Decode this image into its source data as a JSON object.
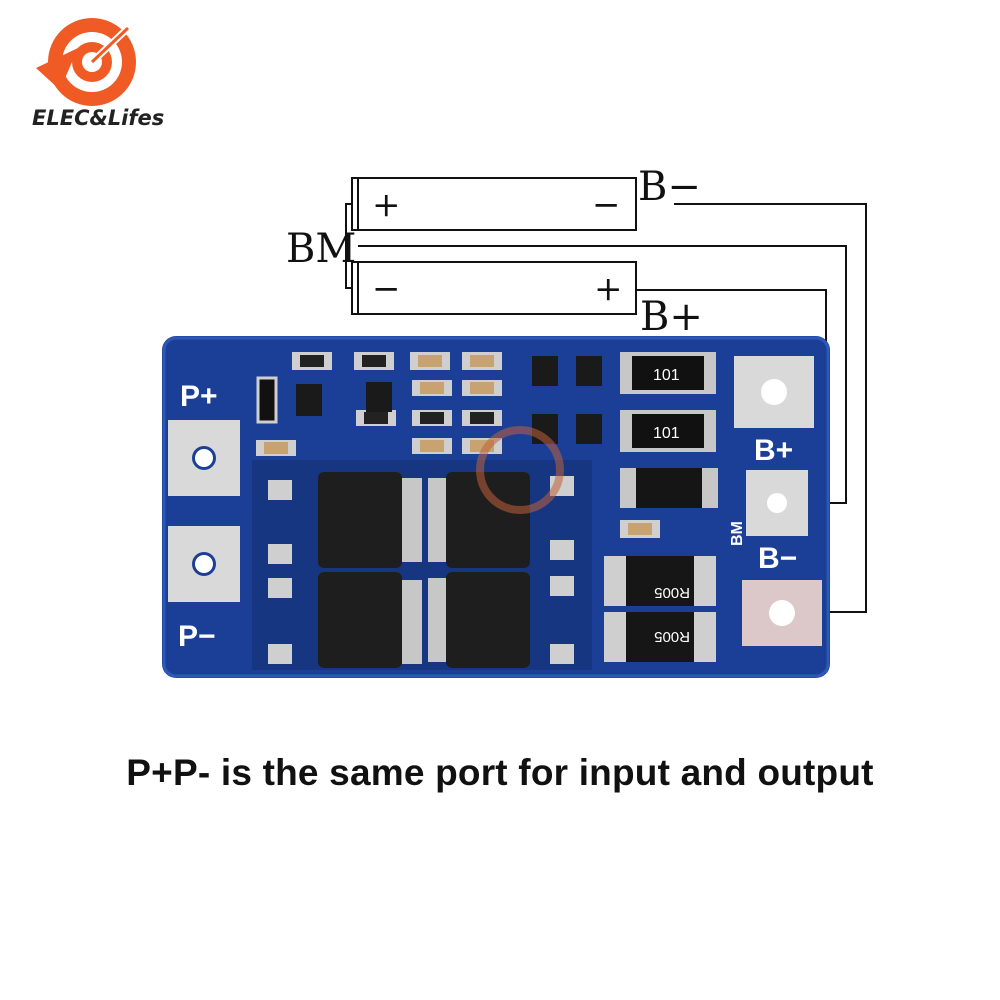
{
  "brand": {
    "name": "ELEC&Lifes",
    "logo_color": "#f05a24"
  },
  "diagram": {
    "battery_top": {
      "left_sign": "+",
      "right_sign": "−"
    },
    "battery_bottom": {
      "left_sign": "−",
      "right_sign": "+"
    },
    "label_b_minus": "B−",
    "label_bm": "BM",
    "label_b_plus": "B+"
  },
  "board": {
    "label_p_plus": "P+",
    "label_p_minus": "P−",
    "label_b_plus": "B+",
    "label_bm": "BM",
    "label_b_minus": "B−",
    "resistor_top": "101",
    "resistor_mid": "101",
    "shunt_upper": "R005",
    "shunt_lower": "R005",
    "pcb_color": "#1b3f96",
    "pad_color": "#d9d9d9"
  },
  "caption": "P+P- is the same port for input and output"
}
